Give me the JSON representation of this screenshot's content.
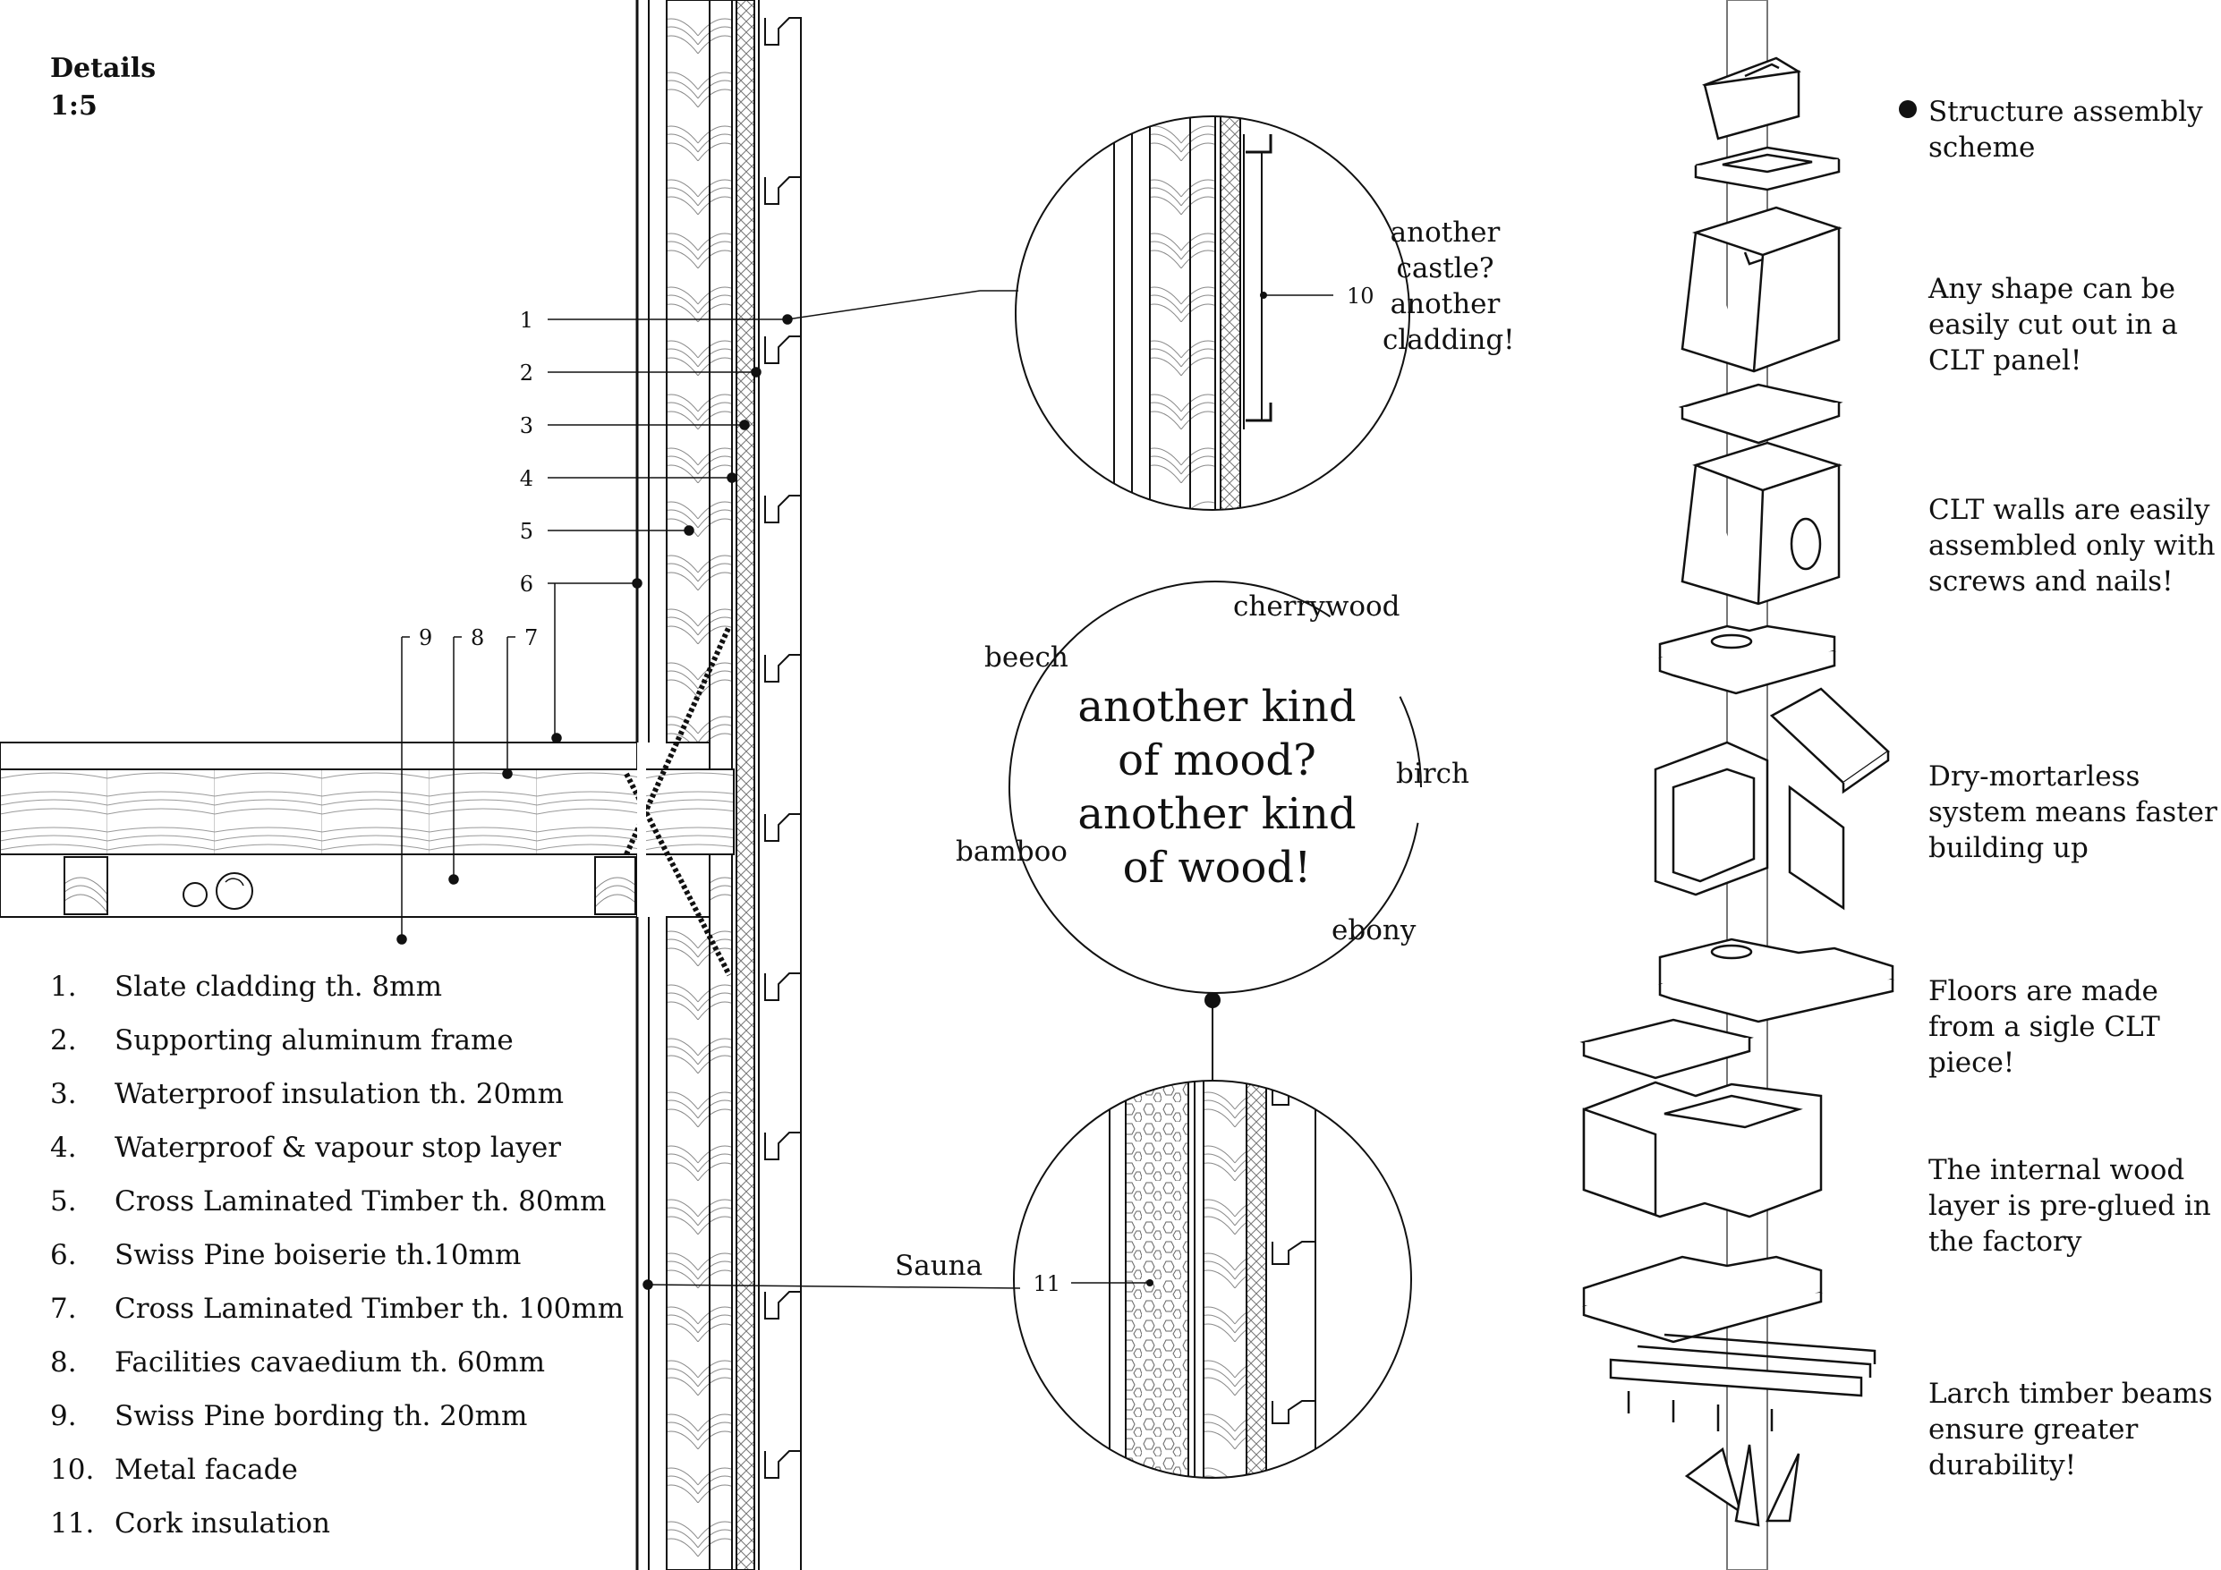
{
  "title": {
    "line1": "Details",
    "line2": "1:5"
  },
  "section_numbers": [
    "1",
    "2",
    "3",
    "4",
    "5",
    "6",
    "9",
    "8",
    "7"
  ],
  "legend": [
    {
      "num": "1.",
      "text": "Slate cladding th. 8mm"
    },
    {
      "num": "2.",
      "text": "Supporting aluminum frame"
    },
    {
      "num": "3.",
      "text": "Waterproof insulation th. 20mm"
    },
    {
      "num": "4.",
      "text": "Waterproof & vapour stop layer"
    },
    {
      "num": "5.",
      "text": "Cross Laminated Timber th. 80mm"
    },
    {
      "num": "6.",
      "text": "Swiss Pine boiserie th.10mm"
    },
    {
      "num": "7.",
      "text": "Cross Laminated Timber th. 100mm"
    },
    {
      "num": "8.",
      "text": "Facilities cavaedium th. 60mm"
    },
    {
      "num": "9.",
      "text": "Swiss Pine bording th. 20mm"
    },
    {
      "num": "10.",
      "text": "Metal facade"
    },
    {
      "num": "11.",
      "text": "Cork insulation"
    }
  ],
  "callouts": {
    "top_circle_label": "10",
    "top_circle_text": "another castle? another cladding!",
    "bottom_circle_label": "11",
    "sauna": "Sauna",
    "mood_text": "another kind of mood? another kind of wood!",
    "woods": [
      "cherrywood",
      "beech",
      "birch",
      "bamboo",
      "ebony"
    ]
  },
  "assembly_notes": [
    "Structure assembly scheme",
    "Any shape can be easily cut out in a CLT panel!",
    "CLT walls are easily assembled only with screws and nails!",
    "Dry-mortarless system means faster building up",
    "Floors are made from a sigle CLT piece!",
    "The internal wood layer is pre-glued in the factory",
    "Larch timber beams ensure greater durability!"
  ]
}
